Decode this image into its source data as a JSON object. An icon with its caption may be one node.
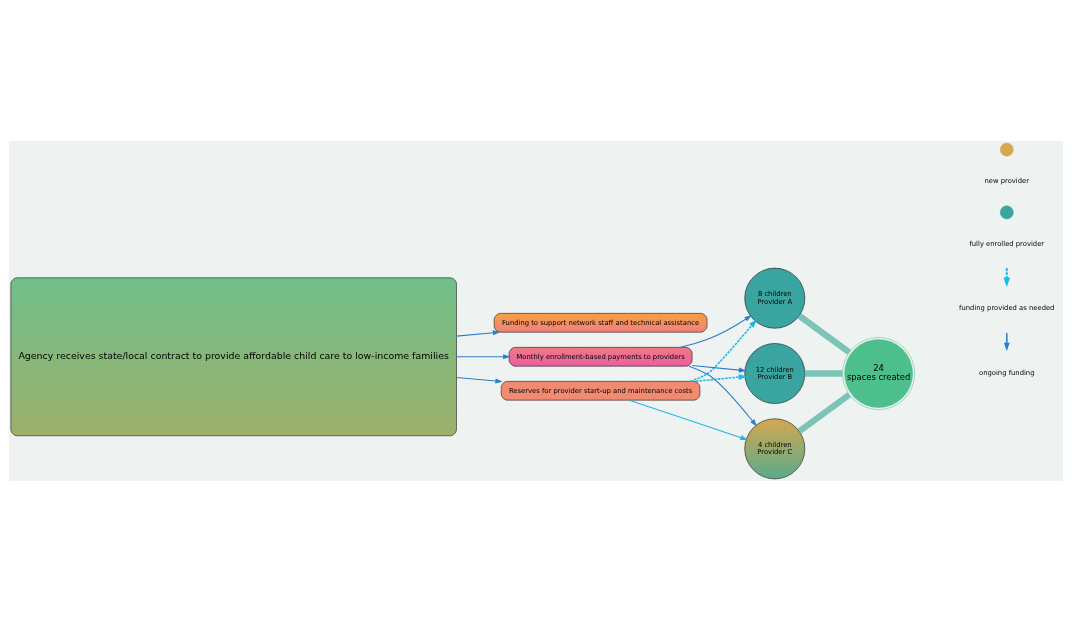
{
  "diagram": {
    "nodes": [
      {
        "text": [
          "Agency receives state/local contract to provide affordable child care to low-income families"
        ]
      },
      {
        "text": [
          "Funding to support network staff and technical assistance"
        ]
      },
      {
        "text": [
          "Reserves for provider start-up and maintenance costs"
        ]
      },
      {
        "text": [
          "Monthly enrollment-based payments to providers"
        ]
      },
      {
        "text": [
          "8 children",
          "Provider A"
        ]
      },
      {
        "text": [
          "12 children",
          "Provider B"
        ]
      },
      {
        "text": [
          "4 children",
          "Provider C"
        ]
      },
      {
        "text": [
          "24",
          "spaces created"
        ]
      }
    ],
    "edges": [
      {
        "from": 0,
        "to": 1,
        "arrow": "to"
      },
      {
        "from": 0,
        "to": 2,
        "arrow": "to"
      },
      {
        "from": 0,
        "to": 3,
        "arrow": "to"
      },
      {
        "from": 2,
        "to": 4,
        "arrow": "to",
        "style": "dashed",
        "color": "#1bb8ea"
      },
      {
        "from": 2,
        "to": 5,
        "arrow": "to",
        "style": "dashed",
        "color": "#1bb8ea"
      },
      {
        "from": 2,
        "to": 6,
        "arrow": "to",
        "color": "#1bb8ea"
      },
      {
        "from": 3,
        "to": 4,
        "arrow": "to"
      },
      {
        "from": 3,
        "to": 5,
        "arrow": "to"
      },
      {
        "from": 3,
        "to": 6,
        "arrow": "to"
      },
      {
        "from": 4,
        "to": 7,
        "arrow": "none",
        "style": "thick",
        "color": "#7cc4b8"
      },
      {
        "from": 5,
        "to": 7,
        "arrow": "none",
        "style": "thick",
        "color": "#7cc4b8"
      },
      {
        "from": 6,
        "to": 7,
        "arrow": "none",
        "style": "thick",
        "color": "#7cc4b8"
      }
    ],
    "legend": [
      {
        "text": "ongoing funding"
      },
      {
        "text": "funding provided as needed"
      },
      {
        "text": "fully enrolled provider",
        "color": "#3aa5a0"
      },
      {
        "text": "new provider",
        "color": "#d4a84f"
      }
    ]
  }
}
